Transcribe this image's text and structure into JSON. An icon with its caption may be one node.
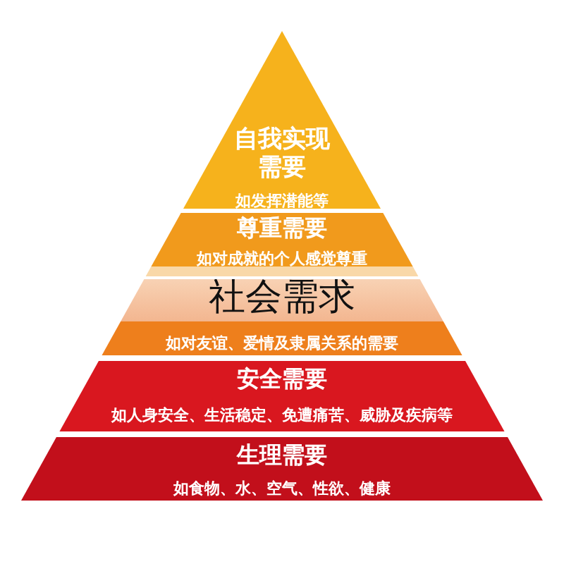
{
  "diagram": {
    "nodes": [
      {
        "text": [
          "自我实现需要",
          "如发挥潜能等"
        ]
      },
      {
        "text": [
          "尊重需要",
          "如对成就的个人感觉尊重"
        ]
      },
      {
        "text": [
          "社会需求",
          "如对友谊、爱情及隶属关系的需要"
        ]
      },
      {
        "text": [
          "安全需要",
          "如人身安全、生活稳定、免遭痛苦、威胁及疾病等"
        ]
      },
      {
        "text": [
          "生理需要",
          "如食物、水、空气、性欲、健康"
        ]
      }
    ]
  }
}
